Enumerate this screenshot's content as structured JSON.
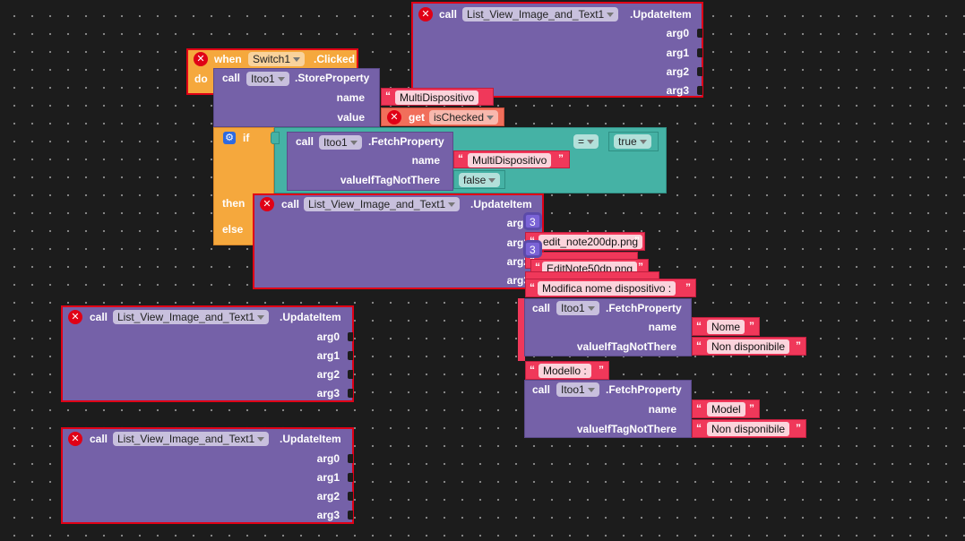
{
  "top_block": {
    "call": "call",
    "component": "List_View_Image_and_Text1",
    "method": ".UpdateItem",
    "args": [
      "arg0",
      "arg1",
      "arg2",
      "arg3"
    ]
  },
  "event": {
    "when": "when",
    "component": "Switch1",
    "event": ".Clicked",
    "do": "do"
  },
  "store": {
    "call": "call",
    "component": "Itoo1",
    "method": ".StoreProperty",
    "name_label": "name",
    "value_label": "value",
    "name_value": "MultiDispositivo",
    "get": "get",
    "get_var": "isChecked"
  },
  "ifblock": {
    "if": "if",
    "then": "then",
    "else": "else"
  },
  "fetch1": {
    "call": "call",
    "component": "Itoo1",
    "method": ".FetchProperty",
    "name_label": "name",
    "default_label": "valueIfTagNotThere",
    "name_value": "MultiDispositivo",
    "default_value": "false"
  },
  "compare": {
    "op": "=",
    "value": "true"
  },
  "inner_update": {
    "call": "call",
    "component": "List_View_Image_and_Text1",
    "method": ".UpdateItem",
    "args": [
      "arg0",
      "arg1",
      "arg2",
      "arg3"
    ],
    "num1": "3",
    "num2": "3",
    "str1": "edit_note200dp.png",
    "str2": "EditNote50dp.png",
    "str3": "Modifica nome dispositivo :"
  },
  "fetch2": {
    "call": "call",
    "component": "Itoo1",
    "method": ".FetchProperty",
    "name_label": "name",
    "default_label": "valueIfTagNotThere",
    "name_value": "Nome",
    "default_value": "Non disponibile"
  },
  "modello": "Modello :",
  "fetch3": {
    "call": "call",
    "component": "Itoo1",
    "method": ".FetchProperty",
    "name_label": "name",
    "default_label": "valueIfTagNotThere",
    "name_value": "Model",
    "default_value": "Non disponibile"
  },
  "left_block_1": {
    "call": "call",
    "component": "List_View_Image_and_Text1",
    "method": ".UpdateItem",
    "args": [
      "arg0",
      "arg1",
      "arg2",
      "arg3"
    ]
  },
  "left_block_2": {
    "call": "call",
    "component": "List_View_Image_and_Text1",
    "method": ".UpdateItem",
    "args": [
      "arg0",
      "arg1",
      "arg2",
      "arg3"
    ]
  },
  "icons": {
    "error": "error-x-icon",
    "mutator": "gear-icon",
    "dropdown": "chevron-down-icon"
  },
  "colors": {
    "procedure": "#7561a8",
    "control": "#f5a83d",
    "logic": "#45b2a5",
    "text": "#f0385a",
    "variable": "#f16f5b",
    "error": "#e00016"
  }
}
